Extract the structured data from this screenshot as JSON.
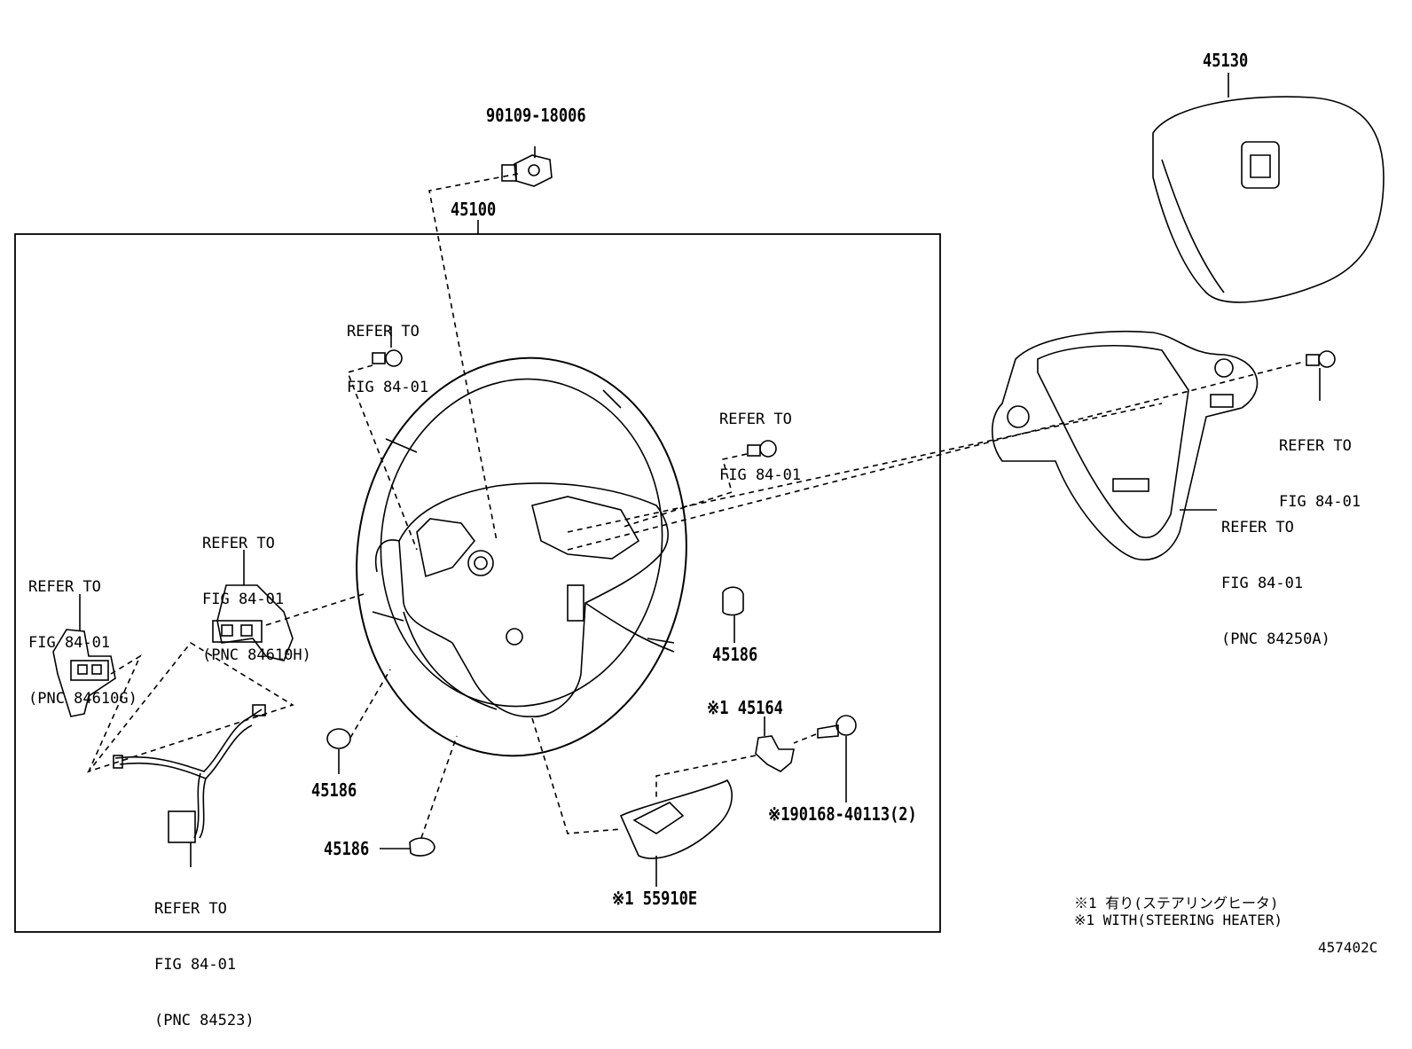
{
  "parts": {
    "p_90109": "90109-18006",
    "p_45100": "45100",
    "p_45130": "45130",
    "p_45186_a": "45186",
    "p_45186_b": "45186",
    "p_45186_c": "45186",
    "p_45164": "※1 45164",
    "p_90168": "※190168-40113(2)",
    "p_55910E": "※1 55910E"
  },
  "refs": {
    "r1": {
      "l1": "REFER TO",
      "l2": "FIG 84-01"
    },
    "r2": {
      "l1": "REFER TO",
      "l2": "FIG 84-01"
    },
    "r3": {
      "l1": "REFER TO",
      "l2": "FIG 84-01"
    },
    "r4": {
      "l1": "REFER TO",
      "l2": "FIG 84-01",
      "l3": "(PNC 84610H)"
    },
    "r5": {
      "l1": "REFER TO",
      "l2": "FIG 84-01",
      "l3": "(PNC 84610G)"
    },
    "r6": {
      "l1": "REFER TO",
      "l2": "FIG 84-01",
      "l3": "(PNC 84250A)"
    },
    "r7": {
      "l1": "REFER TO",
      "l2": "FIG 84-01",
      "l3": "(PNC 84523)"
    }
  },
  "notes": {
    "jp": "※1 有り(ステアリングヒータ)",
    "en": "※1 WITH(STEERING HEATER)"
  },
  "figure_id": "457402C"
}
